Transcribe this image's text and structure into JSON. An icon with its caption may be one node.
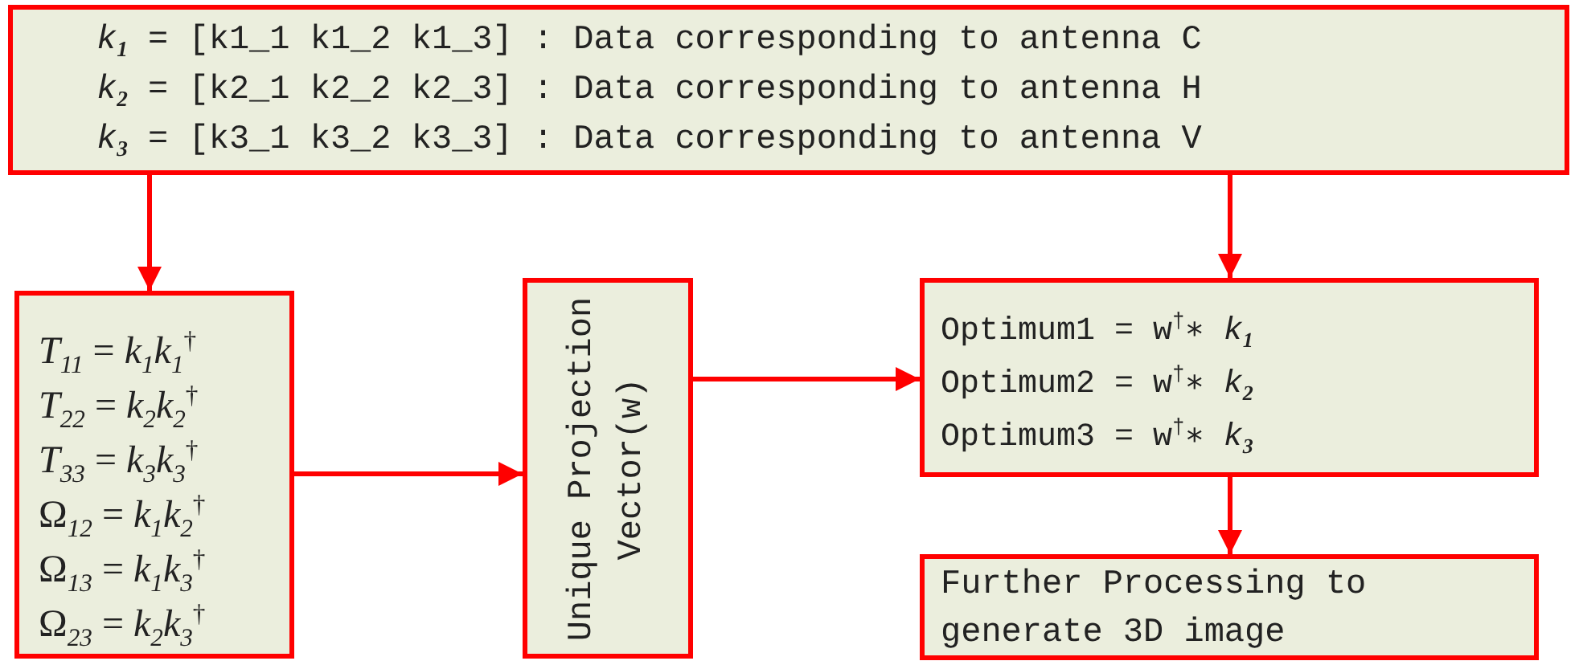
{
  "diagram": {
    "nodes": [
      {
        "text": [
          "*k*$_{1}$ = [k1_1 k1_2 k1_3] : Data corresponding to antenna C",
          "*k*$_{2}$ = [k2_1 k2_2 k2_3] : Data corresponding to antenna H",
          "*k*$_{3}$ = [k3_1 k3_2 k3_3] : Data corresponding to antenna V"
        ]
      },
      {
        "text": [
          "*T*$_{11}$ = *k*$_{1}$*k*$_{1}$$^{†}$",
          "*T*$_{22}$ = *k*$_{2}$*k*$_{2}$$^{†}$",
          "*T*$_{33}$ = *k*$_{3}$*k*$_{3}$$^{†}$",
          "Ω$_{12}$ = *k*$_{1}$*k*$_{2}$$^{†}$",
          "Ω$_{13}$ = *k*$_{1}$*k*$_{3}$$^{†}$",
          "Ω$_{23}$ = *k*$_{2}$*k*$_{3}$$^{†}$"
        ]
      },
      {
        "text": [
          "Unique Projection Vector(w)"
        ]
      },
      {
        "text": [
          "Optimum1 = w$^{†}$∗ *k*$_{1}$",
          "Optimum2 = w$^{†}$∗ *k*$_{2}$",
          "Optimum3 = w$^{†}$∗ *k*$_{3}$"
        ]
      },
      {
        "text": [
          "Further Processing to generate 3D image"
        ]
      }
    ],
    "edges": [
      {
        "from": 0,
        "to": 1,
        "arrow": "to"
      },
      {
        "from": 0,
        "to": 3,
        "arrow": "to"
      },
      {
        "from": 1,
        "to": 2,
        "arrow": "to"
      },
      {
        "from": 2,
        "to": 3,
        "arrow": "to"
      },
      {
        "from": 3,
        "to": 4,
        "arrow": "to"
      }
    ]
  }
}
